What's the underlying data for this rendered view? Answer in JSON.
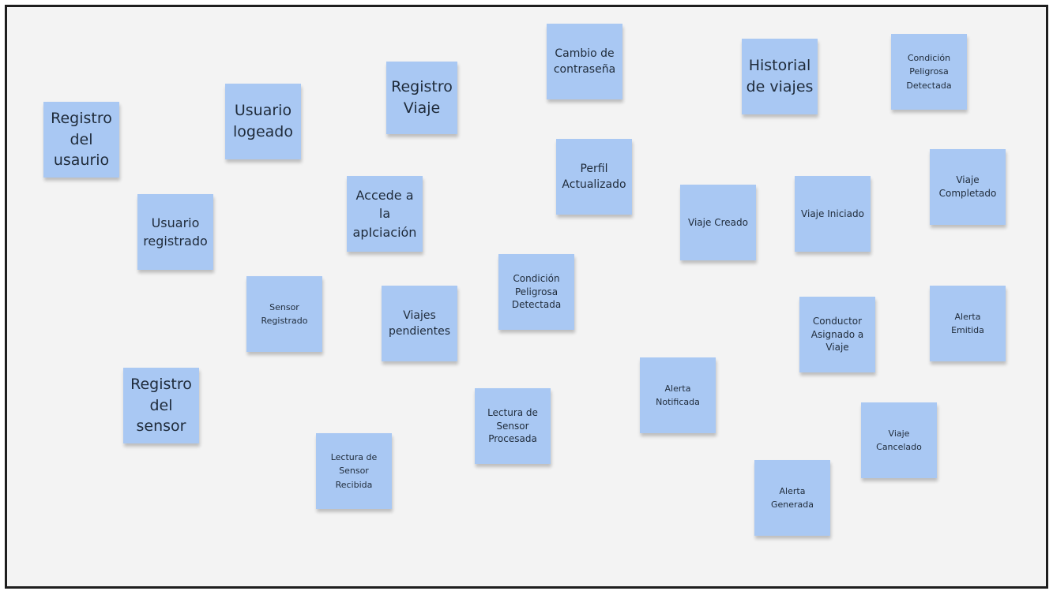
{
  "board": {
    "background": "#f3f3f3",
    "note_color": "#a9c8f3",
    "notes": [
      {
        "id": "registro-del-usaurio",
        "label": "Registro\ndel\nusaurio"
      },
      {
        "id": "usuario-logeado",
        "label": "Usuario\nlogeado"
      },
      {
        "id": "registro-viaje",
        "label": "Registro\nViaje"
      },
      {
        "id": "cambio-de-contrasena",
        "label": "Cambio de\ncontraseña"
      },
      {
        "id": "historial-de-viajes",
        "label": "Historial\nde viajes"
      },
      {
        "id": "condicion-peligrosa-detectada-1",
        "label": "Condición\nPeligrosa\nDetectada"
      },
      {
        "id": "usuario-registrado",
        "label": "Usuario\nregistrado"
      },
      {
        "id": "accede-a-la-aplicacion",
        "label": "Accede a\nla\napIciación"
      },
      {
        "id": "perfil-actualizado",
        "label": "Perfil\nActualizado"
      },
      {
        "id": "viaje-creado",
        "label": "Viaje Creado"
      },
      {
        "id": "viaje-iniciado",
        "label": "Viaje Iniciado"
      },
      {
        "id": "viaje-completado",
        "label": "Viaje\nCompletado"
      },
      {
        "id": "sensor-registrado",
        "label": "Sensor\nRegistrado"
      },
      {
        "id": "viajes-pendientes",
        "label": "Viajes\npendientes"
      },
      {
        "id": "condicion-peligrosa-detectada-2",
        "label": "Condición\nPeligrosa\nDetectada"
      },
      {
        "id": "conductor-asignado-a-viaje",
        "label": "Conductor\nAsignado a\nViaje"
      },
      {
        "id": "alerta-emitida",
        "label": "Alerta\nEmitida"
      },
      {
        "id": "registro-del-sensor",
        "label": "Registro\ndel\nsensor"
      },
      {
        "id": "alerta-notificada",
        "label": "Alerta\nNotificada"
      },
      {
        "id": "lectura-de-sensor-procesada",
        "label": "Lectura de\nSensor\nProcesada"
      },
      {
        "id": "viaje-cancelado",
        "label": "Viaje\nCancelado"
      },
      {
        "id": "lectura-de-sensor-recibida",
        "label": "Lectura de\nSensor\nRecibida"
      },
      {
        "id": "alerta-generada",
        "label": "Alerta\nGenerada"
      }
    ]
  }
}
